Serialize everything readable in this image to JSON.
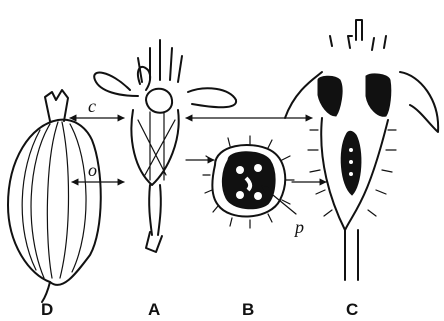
{
  "figure": {
    "panel_labels": {
      "d": "D",
      "a": "A",
      "b": "B",
      "c": "C"
    },
    "pointer_labels": {
      "c": "c",
      "o": "o",
      "p": "p"
    }
  }
}
